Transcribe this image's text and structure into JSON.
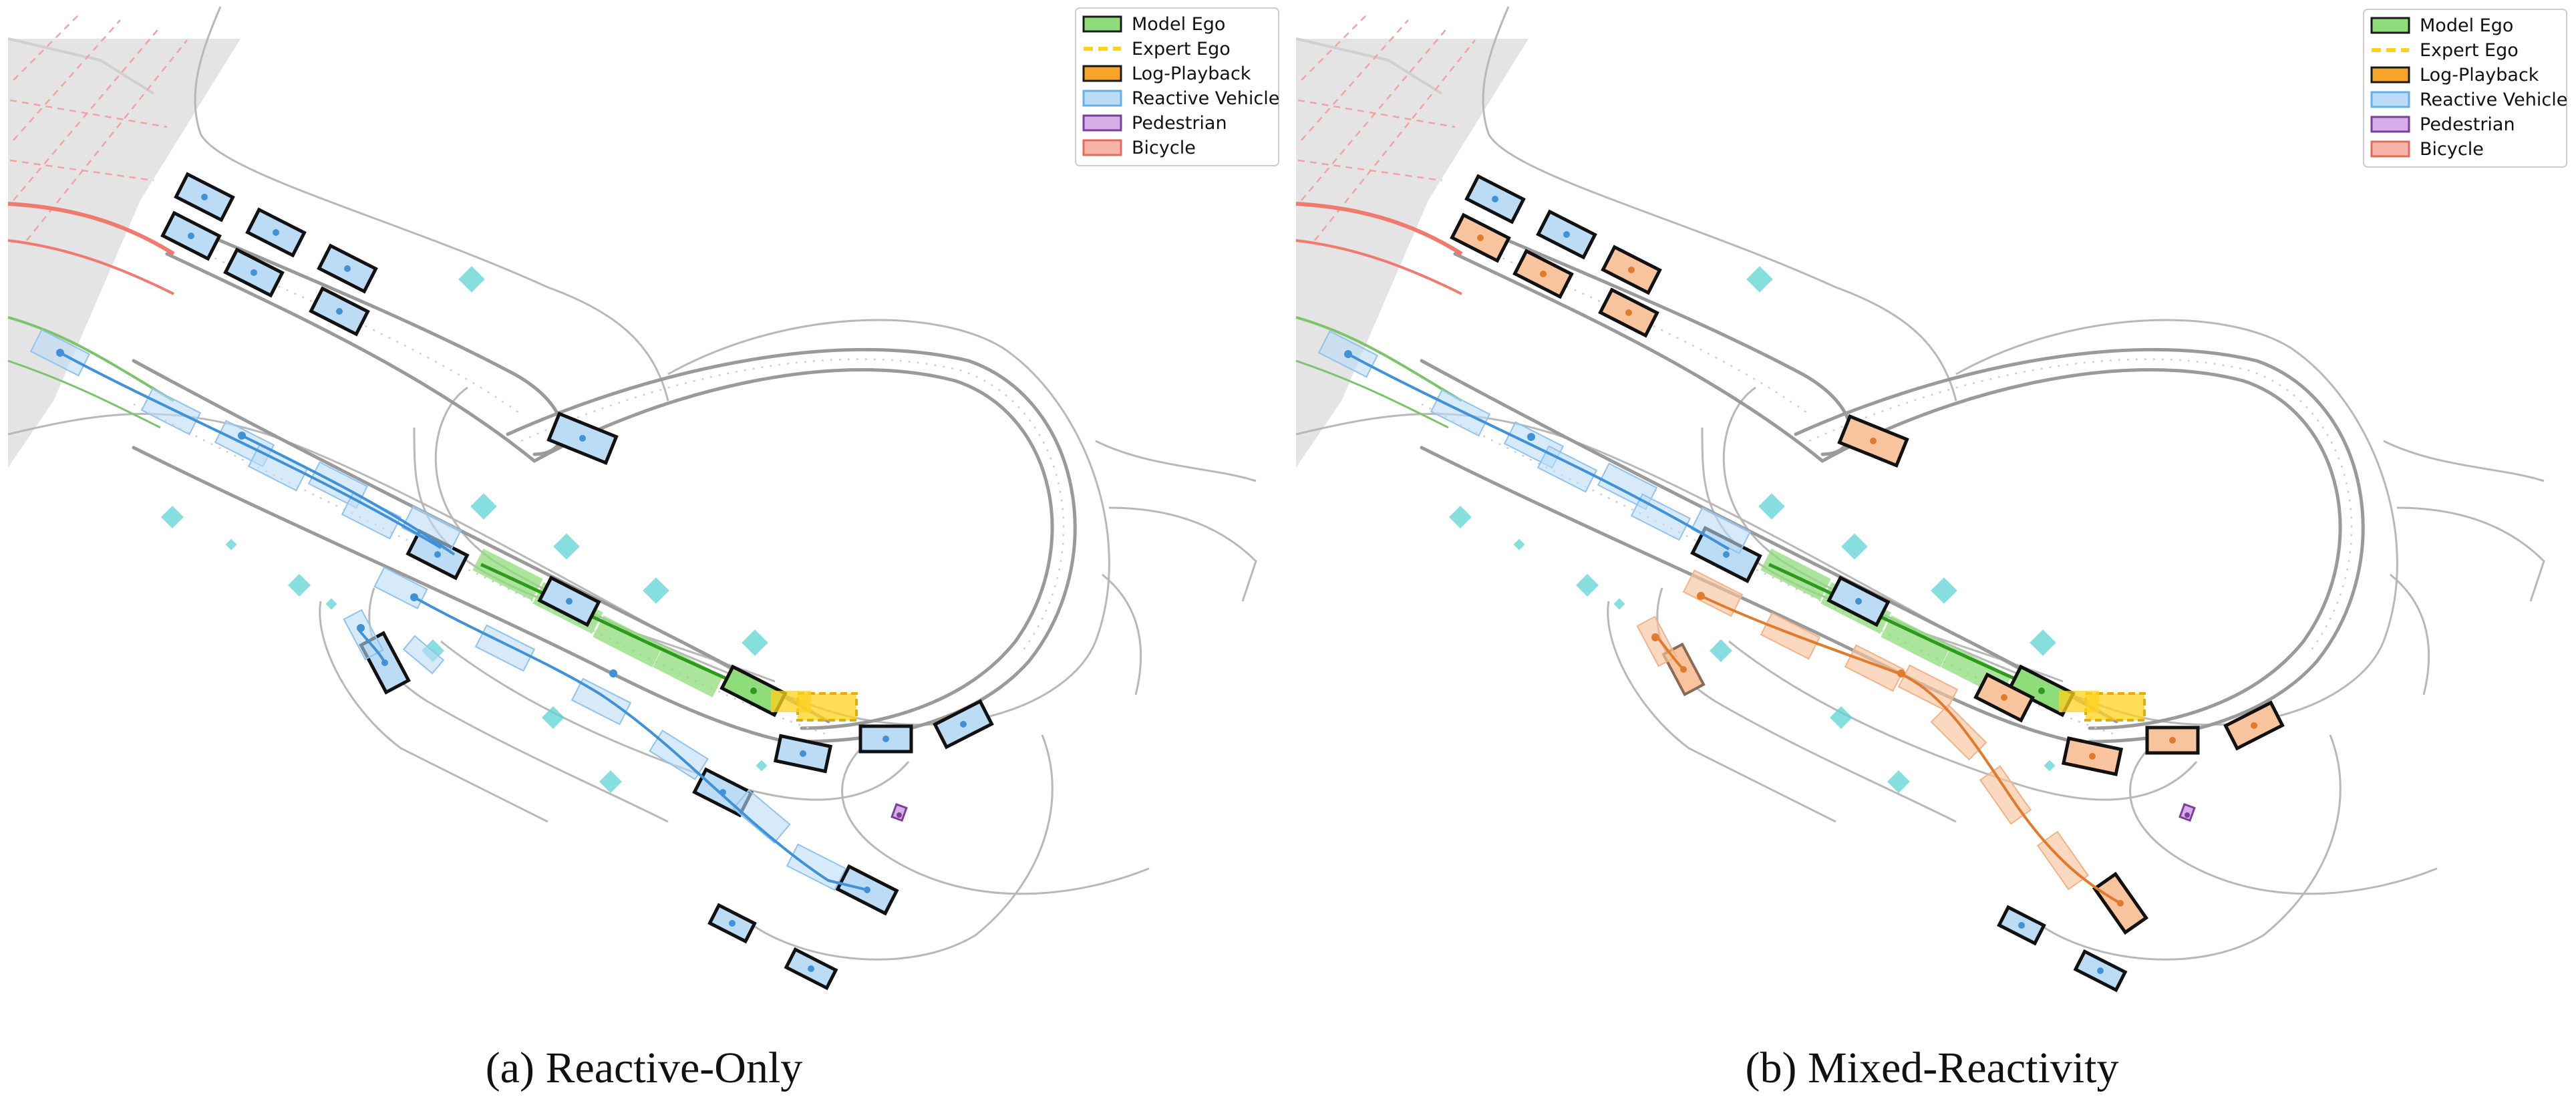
{
  "legend": {
    "items": [
      {
        "label": "Model Ego",
        "style": "box",
        "fill": "#8fdc7a",
        "stroke": "#1a1a1a"
      },
      {
        "label": "Expert Ego",
        "style": "dash",
        "fill": "#ffd21f",
        "stroke": "#ffd21f"
      },
      {
        "label": "Log-Playback",
        "style": "box",
        "fill": "#f7a52a",
        "stroke": "#1a1a1a"
      },
      {
        "label": "Reactive Vehicle",
        "style": "box",
        "fill": "#bcdcf5",
        "stroke": "#67b0e6"
      },
      {
        "label": "Pedestrian",
        "style": "box",
        "fill": "#d7aee8",
        "stroke": "#7a3f9a"
      },
      {
        "label": "Bicycle",
        "style": "box",
        "fill": "#f7b5a8",
        "stroke": "#e26b58"
      }
    ]
  },
  "panels": [
    {
      "id": "a",
      "caption": "(a) Reactive-Only"
    },
    {
      "id": "b",
      "caption": "(b) Mixed-Reactivity"
    }
  ],
  "colors": {
    "reactive_fill": "#bcdcf5",
    "reactive_edge": "#3f91d8",
    "log_fill": "#f7c49e",
    "log_edge": "#e07a2c",
    "model_ego": "#7bd35f",
    "model_ego_dark": "#2d9a1b",
    "expert_ego": "#ffd21f",
    "marker": "#5fd3d3",
    "lane": "#9a9a9a",
    "road_edge": "#b8b8b8",
    "crosswalk": "#e4e4e4",
    "bicycle_lane": "#f07a6e",
    "green_lane": "#7cc46a",
    "pedestrian": "#8a4fb0"
  }
}
